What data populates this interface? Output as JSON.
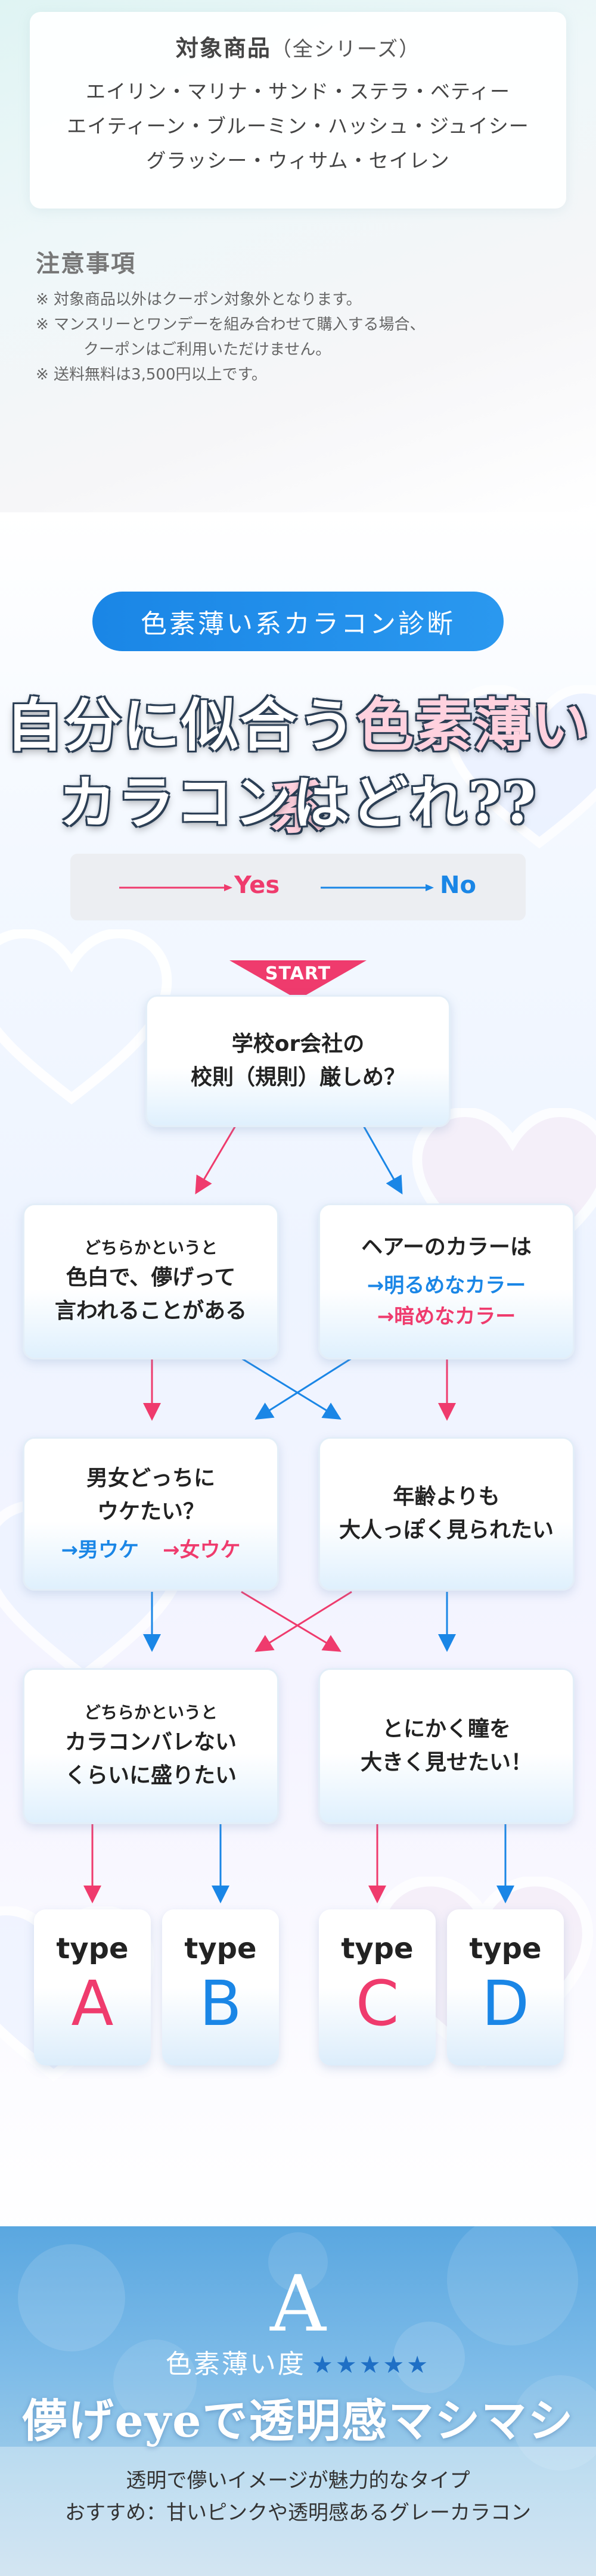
{
  "products": {
    "title": "対象商品",
    "title_note": "（全シリーズ）",
    "lines": [
      "エイリン・マリナ・サンド・ステラ・ベティー",
      "エイティーン・ブルーミン・ハッシュ・ジュイシー",
      "グラッシー・ウィサム・セイレン"
    ]
  },
  "notes": {
    "title": "注意事項",
    "items": [
      "※ 対象商品以外はクーポン対象外となります。",
      "※ マンスリーとワンデーを組み合わせて購入する場合、",
      "クーポンはご利用いただけません。",
      "※ 送料無料は3,500円以上です。"
    ]
  },
  "diagnosis": {
    "badge": "色素薄い系カラコン診断",
    "headline_line1_a": "自分に似合う",
    "headline_line1_b": "色素薄い系",
    "headline_line2": "カラコンはどれ??",
    "legend_yes": "Yes",
    "legend_no": "No",
    "start": "START",
    "colors": {
      "yes": "#ef3b6d",
      "no": "#1a86e6"
    }
  },
  "flow": {
    "q1": {
      "line1": "学校or会社の",
      "line2": "校則（規則）厳しめ？"
    },
    "q2": {
      "small": "どちらかというと",
      "line1": "色白で、儚げって",
      "line2": "言われることがある"
    },
    "q3": {
      "line1": "ヘアーのカラーは",
      "opt_blue": "→明るめなカラー",
      "opt_pink": "→暗めなカラー"
    },
    "q4": {
      "line1": "男女どっちに",
      "line2": "ウケたい？",
      "opt_blue": "→男ウケ",
      "opt_pink": "→女ウケ"
    },
    "q5": {
      "line1": "年齢よりも",
      "line2": "大人っぽく見られたい"
    },
    "q6": {
      "small": "どちらかというと",
      "line1": "カラコンバレない",
      "line2": "くらいに盛りたい"
    },
    "q7": {
      "line1": "とにかく瞳を",
      "line2": "大きく見せたい！"
    }
  },
  "types": [
    {
      "word": "type",
      "letter": "A",
      "color": "#ef3b6d"
    },
    {
      "word": "type",
      "letter": "B",
      "color": "#1a86e6"
    },
    {
      "word": "type",
      "letter": "C",
      "color": "#ef3b6d"
    },
    {
      "word": "type",
      "letter": "D",
      "color": "#1a86e6"
    }
  ],
  "type_a": {
    "letter": "A",
    "rating_label": "色素薄い度",
    "stars": "★★★★★",
    "catch": "儚げeyeで透明感マシマシ",
    "desc1": "透明で儚いイメージが魅力的なタイプ",
    "desc2": "おすすめ：甘いピンクや透明感あるグレーカラコン"
  }
}
